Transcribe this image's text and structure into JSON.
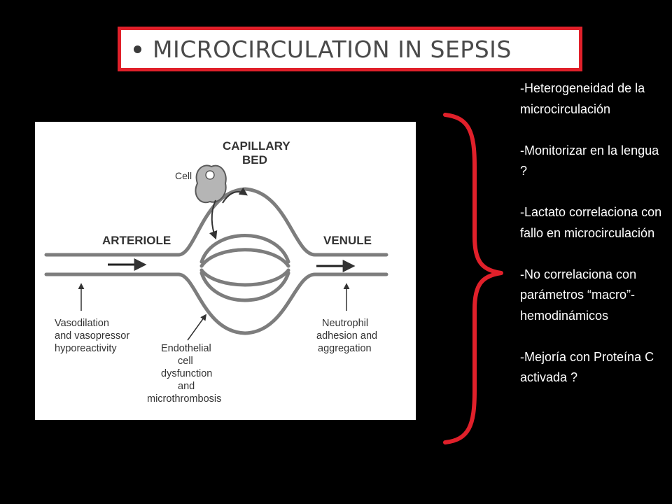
{
  "slide": {
    "title": "MICROCIRCULATION IN SEPSIS",
    "accent_color": "#e0202a"
  },
  "diagram": {
    "labels": {
      "capillary_bed_line1": "CAPILLARY",
      "capillary_bed_line2": "BED",
      "cell": "Cell",
      "arteriole": "ARTERIOLE",
      "venule": "VENULE",
      "vasodilation_line1": "Vasodilation",
      "vasodilation_line2": "and vasopressor",
      "vasodilation_line3": "hyporeactivity",
      "endothelial_line1": "Endothelial",
      "endothelial_line2": "cell",
      "endothelial_line3": "dysfunction",
      "endothelial_line4": "and",
      "endothelial_line5": "microthrombosis",
      "neutrophil_line1": "Neutrophil",
      "neutrophil_line2": "adhesion and",
      "neutrophil_line3": "aggregation"
    }
  },
  "notes": [
    "-Heterogeneidad de la microcirculación",
    "-Monitorizar en la lengua ?",
    "-Lactato correlaciona con fallo en microcirculación",
    "-No correlaciona con parámetros “macro”- hemodinámicos",
    "-Mejoría con Proteína C activada ?"
  ]
}
